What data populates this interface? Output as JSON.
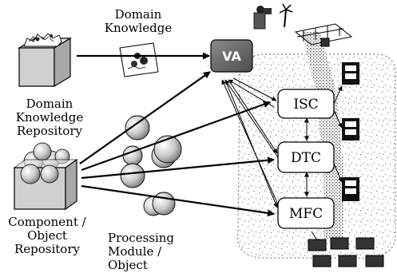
{
  "labels": {
    "domain_knowledge": [
      "Domain",
      "Knowledge"
    ],
    "domain_knowledge_repository": [
      "Domain",
      "Knowledge",
      "Repository"
    ],
    "component_object_repository": [
      "Component /",
      "Object",
      "Repository"
    ],
    "processing_module_object": [
      "Processing",
      "Module /",
      "Object"
    ]
  },
  "nodes": {
    "va": "VA",
    "isc": "ISC",
    "dtc": "DTC",
    "mfc": "MFC"
  }
}
